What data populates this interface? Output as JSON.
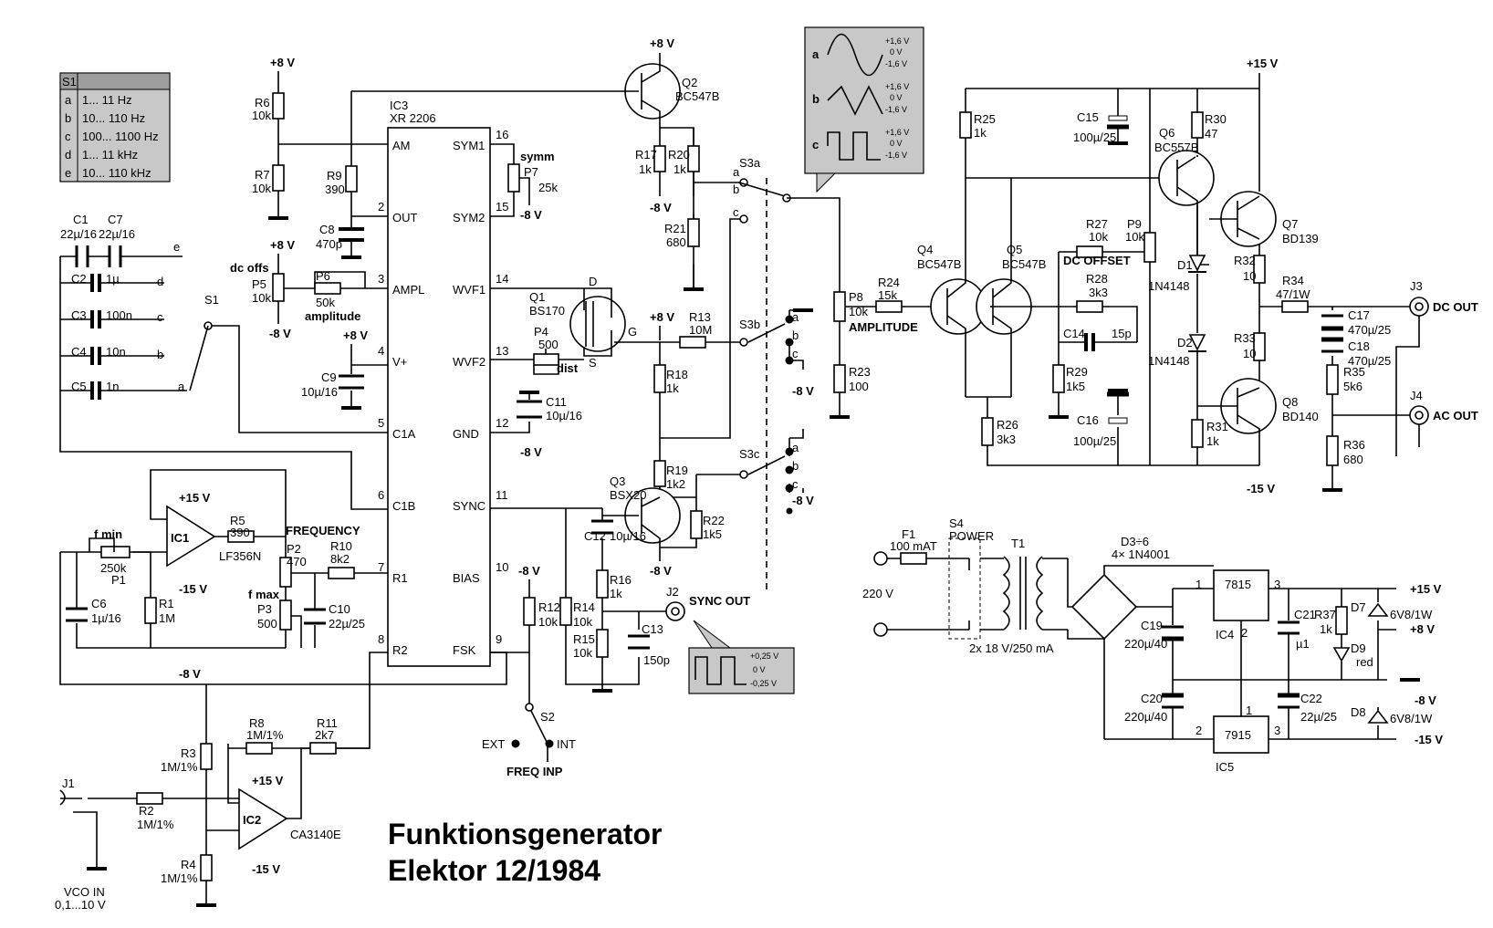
{
  "title": {
    "line1": "Funktionsgenerator",
    "line2": "Elektor 12/1984"
  },
  "s1_table": {
    "header": "S1",
    "rows": [
      {
        "k": "a",
        "v": "1... 11 Hz"
      },
      {
        "k": "b",
        "v": "10... 110 Hz"
      },
      {
        "k": "c",
        "v": "100... 1100 Hz"
      },
      {
        "k": "d",
        "v": "1... 11 kHz"
      },
      {
        "k": "e",
        "v": "10... 110 kHz"
      }
    ]
  },
  "ic3": {
    "name": "IC3",
    "type": "XR 2206",
    "left_pins": [
      {
        "label": "AM",
        "num": ""
      },
      {
        "label": "OUT",
        "num": "2"
      },
      {
        "label": "AMPL",
        "num": "3"
      },
      {
        "label": "V+",
        "num": "4"
      },
      {
        "label": "C1A",
        "num": "5"
      },
      {
        "label": "C1B",
        "num": "6"
      },
      {
        "label": "R1",
        "num": "7"
      },
      {
        "label": "R2",
        "num": "8"
      }
    ],
    "right_pins": [
      {
        "label": "SYM1",
        "num": "16"
      },
      {
        "label": "SYM2",
        "num": "15"
      },
      {
        "label": "WVF1",
        "num": "14"
      },
      {
        "label": "WVF2",
        "num": "13"
      },
      {
        "label": "GND",
        "num": "12"
      },
      {
        "label": "SYNC",
        "num": "11"
      },
      {
        "label": "BIAS",
        "num": "10"
      },
      {
        "label": "FSK",
        "num": "9"
      }
    ]
  },
  "rails": {
    "p8": "+8 V",
    "m8": "-8 V",
    "p15": "+15 V",
    "m15": "-15 V"
  },
  "labels": {
    "r6": [
      "R6",
      "10k"
    ],
    "r7": [
      "R7",
      "10k"
    ],
    "r9": [
      "R9",
      "390"
    ],
    "c8": [
      "C8",
      "470p"
    ],
    "p5": [
      "dc offs",
      "P5",
      "10k"
    ],
    "p6": [
      "P6",
      "50k",
      "amplitude"
    ],
    "c9": [
      "C9",
      "10µ/16"
    ],
    "c1": [
      "C1",
      "22µ/16"
    ],
    "c7": [
      "C7",
      "22µ/16"
    ],
    "c2": [
      "C2",
      "1µ"
    ],
    "c3": [
      "C3",
      "100n"
    ],
    "c4": [
      "C4",
      "10n"
    ],
    "c5": [
      "C5",
      "1n"
    ],
    "s1": "S1",
    "ic1": [
      "IC1",
      "LF356N"
    ],
    "r5": [
      "R5",
      "390"
    ],
    "frequency": "FREQUENCY",
    "fmin": "f min",
    "p1": [
      "250k",
      "P1"
    ],
    "c6": [
      "C6",
      "1µ/16"
    ],
    "r1": [
      "R1",
      "1M"
    ],
    "p2": [
      "P2",
      "470"
    ],
    "fmax": "f max",
    "p3": [
      "P3",
      "500"
    ],
    "r10": [
      "R10",
      "8k2"
    ],
    "c10": [
      "C10",
      "22µ/25"
    ],
    "r8": [
      "R8",
      "1M/1%"
    ],
    "r11": [
      "R11",
      "2k7"
    ],
    "r3": [
      "R3",
      "1M/1%"
    ],
    "r4": [
      "R4",
      "1M/1%"
    ],
    "r2": [
      "R2",
      "1M/1%"
    ],
    "ic2": [
      "IC2",
      "CA3140E"
    ],
    "j1": "J1",
    "vco": [
      "VCO IN",
      "0,1...10 V"
    ],
    "p7": [
      "symm",
      "P7",
      "25k"
    ],
    "q1": [
      "Q1",
      "BS170"
    ],
    "p4": [
      "P4",
      "500",
      "dist"
    ],
    "c11": [
      "C11",
      "10µ/16"
    ],
    "q2": [
      "Q2",
      "BC547B"
    ],
    "r17": [
      "R17",
      "1k"
    ],
    "r20": [
      "R20",
      "1k"
    ],
    "r21": [
      "R21",
      "680"
    ],
    "r13": [
      "R13",
      "10M"
    ],
    "r18": [
      "R18",
      "1k"
    ],
    "r19": [
      "R19",
      "1k2"
    ],
    "r22": [
      "R22",
      "1k5"
    ],
    "q3": [
      "Q3",
      "BSX20"
    ],
    "c12": [
      "C12",
      "10µ/16"
    ],
    "r16": [
      "R16",
      "1k"
    ],
    "r12": [
      "R12",
      "10k"
    ],
    "r14": [
      "R14",
      "10k"
    ],
    "r15": [
      "R15",
      "10k"
    ],
    "c13": [
      "C13",
      "150p"
    ],
    "j2": "J2",
    "sync_out": "SYNC OUT",
    "s2": "S2",
    "ext": "EXT",
    "int": "INT",
    "freq_inp": "FREQ INP",
    "s3a": "S3a",
    "s3b": "S3b",
    "s3c": "S3c",
    "p8": [
      "P8",
      "10k",
      "AMPLITUDE"
    ],
    "r23": [
      "R23",
      "100"
    ],
    "r24": [
      "R24",
      "15k"
    ],
    "q4": [
      "Q4",
      "BC547B"
    ],
    "q5": [
      "Q5",
      "BC547B"
    ],
    "r25": [
      "R25",
      "1k"
    ],
    "r26": [
      "R26",
      "3k3"
    ],
    "c15": [
      "C15",
      "100µ/25"
    ],
    "r27": [
      "R27",
      "10k"
    ],
    "p9": [
      "P9",
      "10k"
    ],
    "dc_offset": "DC OFFSET",
    "r28": [
      "R28",
      "3k3"
    ],
    "c14": [
      "C14",
      "15p"
    ],
    "r29": [
      "R29",
      "1k5"
    ],
    "c16": [
      "C16",
      "100µ/25"
    ],
    "q6": [
      "Q6",
      "BC557B"
    ],
    "r30": [
      "R30",
      "47"
    ],
    "q7": [
      "Q7",
      "BD139"
    ],
    "d1": [
      "D1",
      "1N4148"
    ],
    "r32": [
      "R32",
      "10"
    ],
    "d2": [
      "D2",
      "1N4148"
    ],
    "r33": [
      "R33",
      "10"
    ],
    "q8": [
      "Q8",
      "BD140"
    ],
    "r31": [
      "R31",
      "1k"
    ],
    "r34": [
      "R34",
      "47/1W"
    ],
    "c17": [
      "C17",
      "470µ/25"
    ],
    "c18": [
      "C18",
      "470µ/25"
    ],
    "r35": [
      "R35",
      "5k6"
    ],
    "r36": [
      "R36",
      "680"
    ],
    "j3": "J3",
    "dc_out": "DC OUT",
    "j4": "J4",
    "ac_out": "AC OUT",
    "f1": [
      "F1",
      "100 mAT"
    ],
    "s4": [
      "S4",
      "POWER"
    ],
    "t1": "T1",
    "mains": "220 V",
    "t1_sec": "2x 18 V/250 mA",
    "bridge": [
      "D3÷6",
      "4× 1N4001"
    ],
    "ic4": [
      "IC4",
      "7815"
    ],
    "ic5": [
      "IC5",
      "7915"
    ],
    "c19": [
      "C19",
      "220µ/40"
    ],
    "c20": [
      "C20",
      "220µ/40"
    ],
    "c21": [
      "C21",
      "µ1"
    ],
    "c22": [
      "C22",
      "22µ/25"
    ],
    "r37": [
      "R37",
      "1k"
    ],
    "d7": [
      "D7",
      "6V8/1W"
    ],
    "d9": [
      "D9",
      "red"
    ],
    "d8": [
      "D8",
      "6V8/1W"
    ]
  },
  "waveform_legend": {
    "rows": [
      {
        "k": "a",
        "levels": [
          "+1,6 V",
          "0 V",
          "-1,6 V"
        ]
      },
      {
        "k": "b",
        "levels": [
          "+1,6 V",
          "0 V",
          "-1,6 V"
        ]
      },
      {
        "k": "c",
        "levels": [
          "+1,6 V",
          "0 V",
          "-1,6 V"
        ]
      }
    ]
  },
  "sync_legend": {
    "levels": [
      "+0,25 V",
      "0 V",
      "-0,25 V"
    ]
  }
}
